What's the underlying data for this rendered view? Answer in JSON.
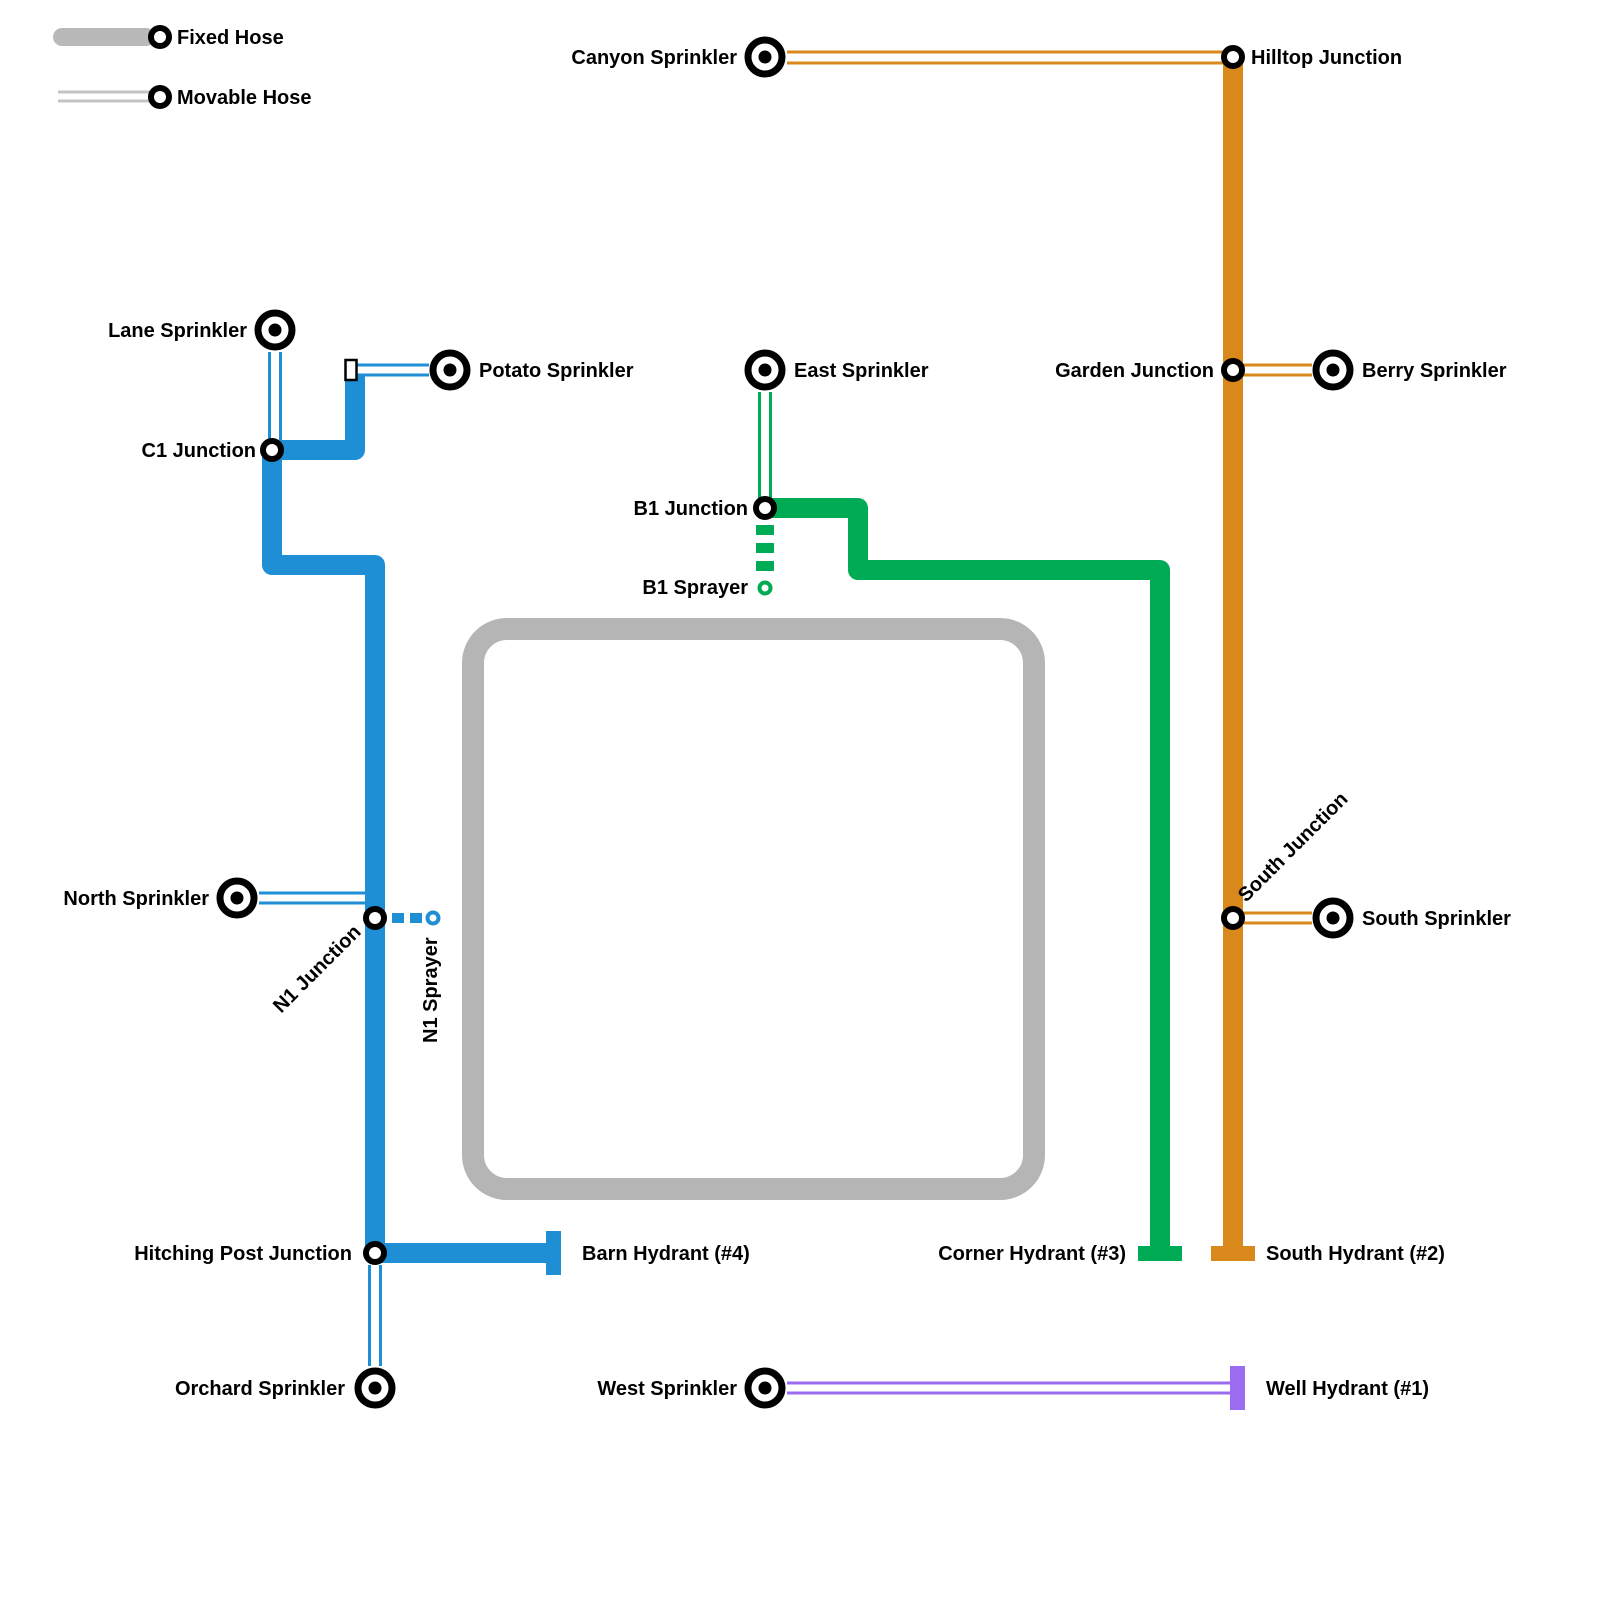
{
  "legend": {
    "fixed_label": "Fixed Hose",
    "movable_label": "Movable Hose"
  },
  "colors": {
    "blue": "#1e8fd5",
    "green": "#00ab55",
    "orange": "#d9891c",
    "purple": "#9c6cf0",
    "fixed_hose_gray": "#b5b5b5",
    "node_black": "#000000"
  },
  "labels": {
    "canyon_sprinkler": "Canyon Sprinkler",
    "hilltop_junction": "Hilltop Junction",
    "lane_sprinkler": "Lane Sprinkler",
    "potato_sprinkler": "Potato Sprinkler",
    "c1_junction": "C1 Junction",
    "east_sprinkler": "East Sprinkler",
    "b1_junction": "B1 Junction",
    "b1_sprayer": "B1 Sprayer",
    "garden_junction": "Garden Junction",
    "berry_sprinkler": "Berry Sprinkler",
    "north_sprinkler": "North Sprinkler",
    "n1_junction": "N1 Junction",
    "n1_sprayer": "N1 Sprayer",
    "south_junction": "South Junction",
    "south_sprinkler": "South Sprinkler",
    "hitching_post_junction": "Hitching Post Junction",
    "barn_hydrant": "Barn Hydrant (#4)",
    "corner_hydrant": "Corner Hydrant (#3)",
    "south_hydrant": "South Hydrant (#2)",
    "orchard_sprinkler": "Orchard Sprinkler",
    "west_sprinkler": "West Sprinkler",
    "well_hydrant": "Well Hydrant (#1)"
  }
}
